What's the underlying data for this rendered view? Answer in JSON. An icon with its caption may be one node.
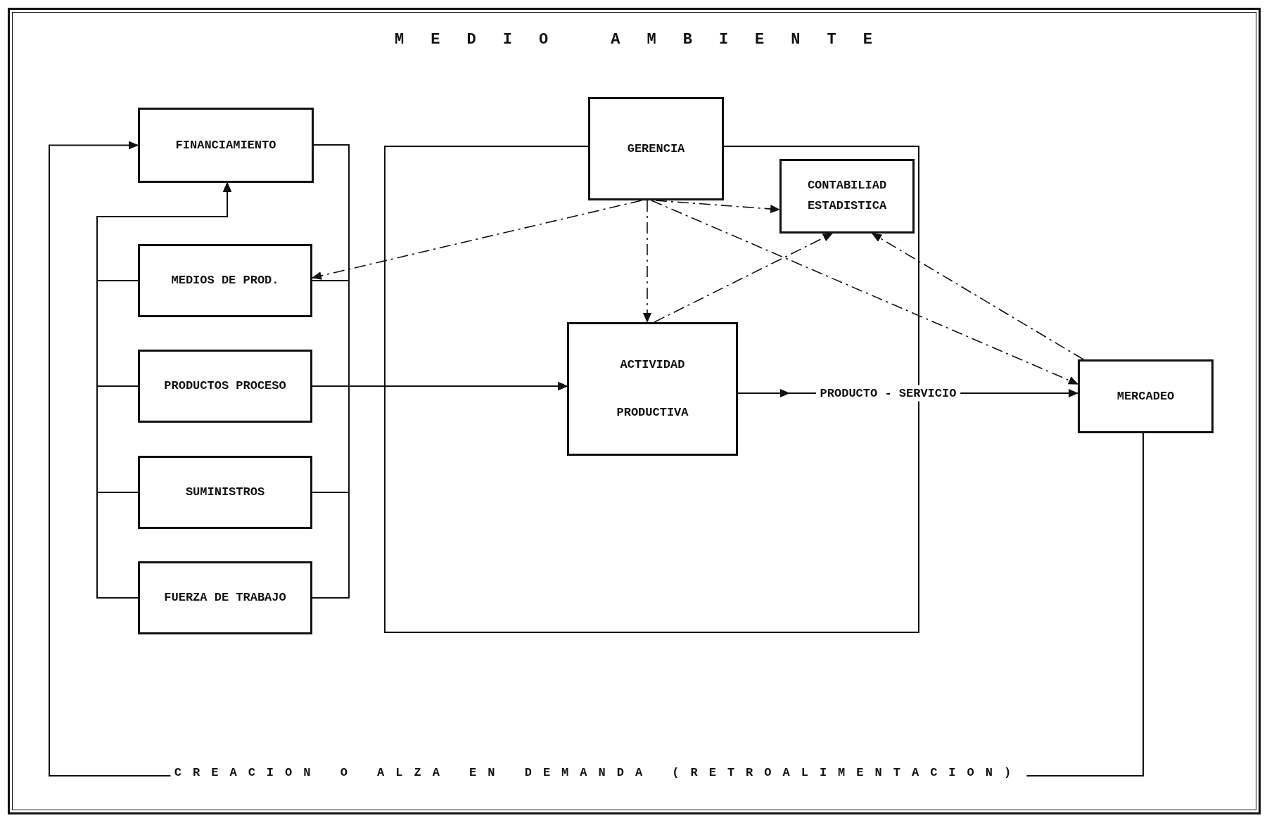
{
  "diagram": {
    "title": "MEDIO AMBIENTE",
    "nodes": [
      {
        "text": [
          "FINANCIAMIENTO"
        ]
      },
      {
        "text": [
          "MEDIOS DE PROD."
        ]
      },
      {
        "text": [
          "PRODUCTOS PROCESO"
        ]
      },
      {
        "text": [
          "SUMINISTROS"
        ]
      },
      {
        "text": [
          "FUERZA DE TRABAJO"
        ]
      },
      {
        "text": [
          "GERENCIA"
        ]
      },
      {
        "text": [],
        "shape": "box"
      },
      {
        "text": [
          "CONTABILIAD ESTADISTICA"
        ],
        "in": 6
      },
      {
        "text": [
          "ACTIVIDAD PRODUCTIVA"
        ],
        "in": 6
      },
      {
        "text": [
          "MERCADEO"
        ]
      }
    ],
    "edges": [
      {
        "from": 1,
        "to": 0,
        "arrow": "to"
      },
      {
        "from": 2,
        "to": 0,
        "arrow": "to"
      },
      {
        "from": 3,
        "to": 0,
        "arrow": "to"
      },
      {
        "from": 4,
        "to": 0,
        "arrow": "to"
      },
      {
        "from": 0,
        "to": 8,
        "arrow": "to"
      },
      {
        "from": 1,
        "to": 8,
        "arrow": "to"
      },
      {
        "from": 2,
        "to": 8,
        "arrow": "to"
      },
      {
        "from": 3,
        "to": 8,
        "arrow": "to"
      },
      {
        "from": 4,
        "to": 8,
        "arrow": "to"
      },
      {
        "from": 5,
        "to": 1,
        "arrow": "to",
        "style": "dashed"
      },
      {
        "from": 5,
        "to": 8,
        "arrow": "to",
        "style": "dashed"
      },
      {
        "from": 5,
        "to": 7,
        "arrow": "to",
        "style": "dashed"
      },
      {
        "from": 5,
        "to": 9,
        "arrow": "to",
        "style": "dashed"
      },
      {
        "from": 8,
        "to": 7,
        "arrow": "to",
        "style": "dashed"
      },
      {
        "from": 9,
        "to": 7,
        "arrow": "to",
        "style": "dashed"
      },
      {
        "from": 8,
        "to": 9,
        "arrow": "to",
        "label": "PRODUCTO - SERVICIO"
      },
      {
        "from": 9,
        "to": 0,
        "arrow": "to",
        "label": "CREACION O ALZA EN DEMANDA (RETROALIMENTACION)"
      }
    ]
  }
}
